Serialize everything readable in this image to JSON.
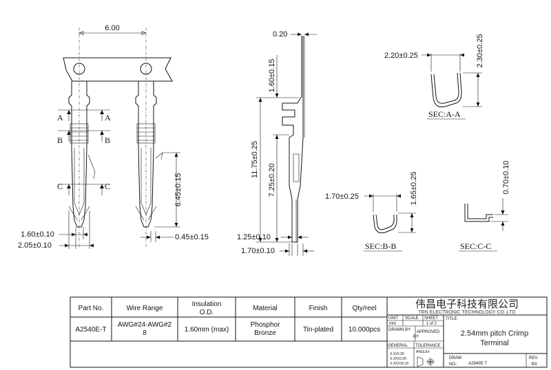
{
  "dimensions": {
    "width_top": "6.00",
    "thickness": "0.20",
    "d_160_015": "1.60±0.15",
    "d_1175": "11.75±0.25",
    "d_725": "7.25±0.20",
    "d_645": "6.45±0.15",
    "d_045": "0.45±0.15",
    "d_160_010": "1.60±0.10",
    "d_205": "2.05±0.10",
    "d_125": "1.25±0.10",
    "d_170_010": "1.70±0.10",
    "sec_a_w": "2.20±0.25",
    "sec_a_h": "2.30±0.25",
    "sec_b_w": "1.70±0.25",
    "sec_b_h": "1.65±0.25",
    "sec_c_h": "0.70±0.10"
  },
  "cut_marks": {
    "a": "A",
    "b": "B",
    "c": "C"
  },
  "sections": {
    "a": "SEC:A-A",
    "b": "SEC:B-B",
    "c": "SEC:C-C"
  },
  "title_block": {
    "headers": [
      "Part No.",
      "Wire Range",
      "Insulation",
      "O.D.",
      "Material",
      "Finish",
      "Qty/reel"
    ],
    "values": {
      "part_no": "A2540E-T",
      "wire_line1": "AWG#24-AWG#2",
      "wire_line2": "8",
      "od": "1.60mm (max)",
      "mat_line1": "Phosphor",
      "mat_line2": "Bronze",
      "finish": "Tin-plated",
      "qty": "10.000pcs"
    },
    "company_cn": "伟昌电子科技有限公司",
    "company_en": "TRN ELECTRONIC TECHNOLOGY CO.,LTD",
    "unit": "UNIT",
    "scale": "SCALE",
    "sheet": "SHEET",
    "unit_val": "mm",
    "sheet_val": "1 of 2",
    "title_label": "TITLE:",
    "drawn_by": "DRAWN BY",
    "approved_by": "APPROVED",
    "approved_by2": "BY",
    "title_line1": "2.54mm pitch Crimp",
    "title_line2": "Terminal",
    "general": "GENERAL",
    "tolerance": "TOLERANCE",
    "angle": "ANGLE±",
    "tol1": "X.X±0.30",
    "tol2": "X.XX±0.20",
    "tol3": "X.XXX±0.10",
    "draw": "DRAW",
    "no": "NO.:",
    "draw_no": "A2540E-T",
    "rev": "REV.",
    "rev_val": "B3"
  }
}
